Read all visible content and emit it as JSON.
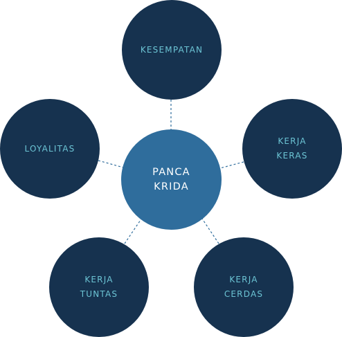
{
  "center": {
    "lines": [
      "PANCA",
      "KRIDA"
    ]
  },
  "nodes": {
    "kesempatan": {
      "lines": [
        "KESEMPATAN"
      ]
    },
    "kerja_keras": {
      "lines": [
        "KERJA",
        "KERAS"
      ]
    },
    "loyalitas": {
      "lines": [
        "LOYALITAS"
      ]
    },
    "kerja_tuntas": {
      "lines": [
        "KERJA",
        "TUNTAS"
      ]
    },
    "kerja_cerdas": {
      "lines": [
        "KERJA",
        "CERDAS"
      ]
    }
  },
  "colors": {
    "outer_node": "#16324f",
    "center_node": "#2f6d9c",
    "outer_text": "#6cc4d4",
    "center_text": "#ffffff",
    "connector": "#2f6d9c"
  }
}
